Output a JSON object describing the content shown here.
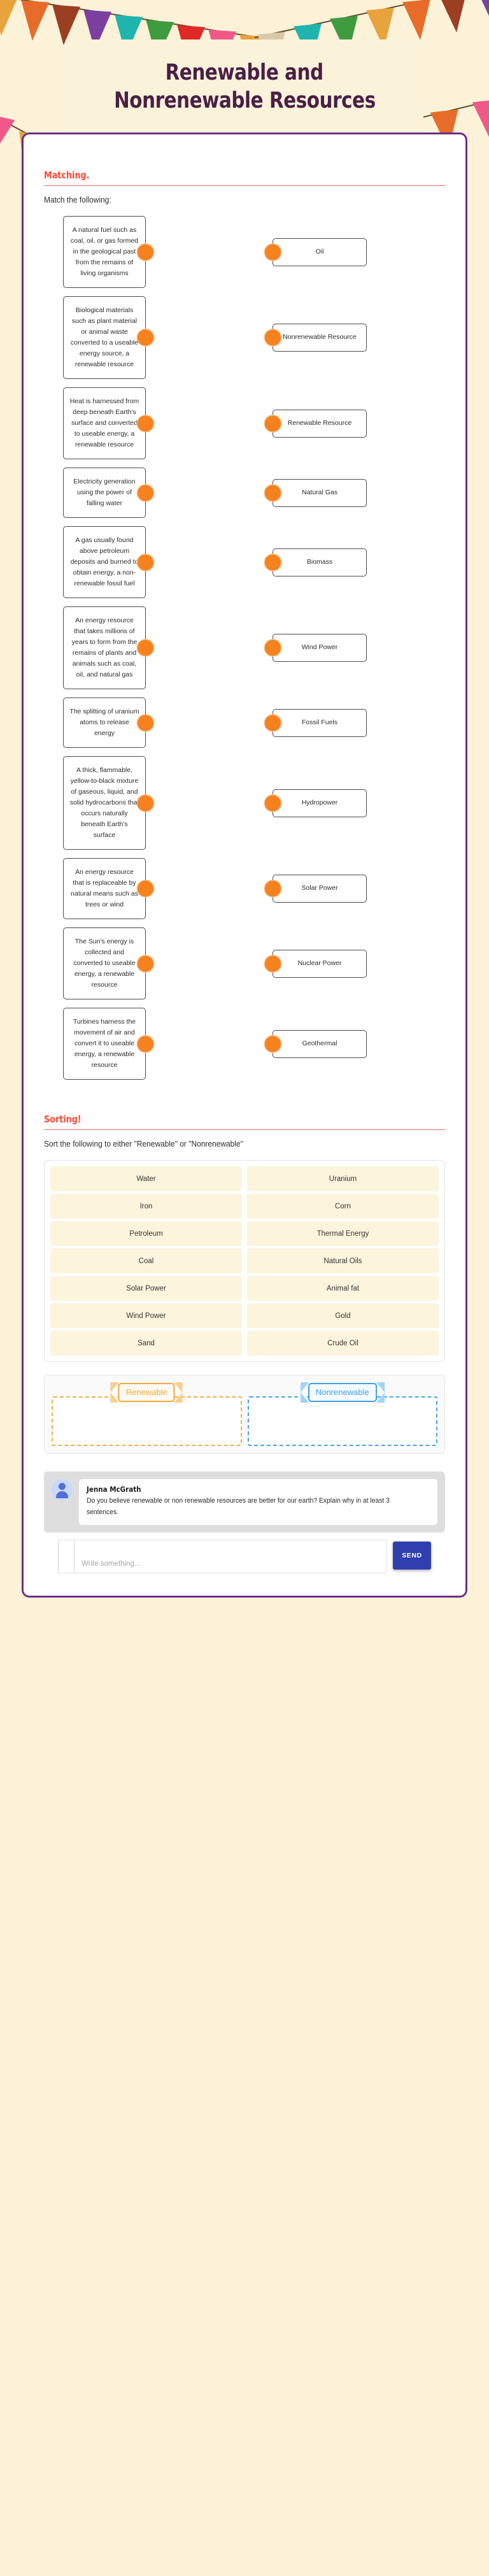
{
  "banner": {
    "title_line1": "Renewable and",
    "title_line2": "Nonrenewable Resources",
    "flag_colors": [
      "#e8a33d",
      "#e76c2a",
      "#9b3f23",
      "#7b3fa0",
      "#1fb5ae",
      "#3f9b3f",
      "#e02828",
      "#f0588a",
      "#e8a33d",
      "#e76c2a",
      "#f0588a",
      "#d9c9a8",
      "#1fb5ae",
      "#3f9b3f"
    ],
    "plate_color": "#faf3da",
    "title_color": "#4a1f45"
  },
  "sheet": {
    "border_color": "#6d2f84"
  },
  "matching": {
    "heading": "Matching.",
    "prompt": "Match the following:",
    "accent_color": "#fc4a33",
    "dot_color": "#f5821f",
    "definitions": [
      "A natural fuel such as coal, oil, or gas formed in the geological past from the remains of living organisms",
      "Biological materials such as plant material or animal waste converted to a useable energy source, a renewable resource",
      "Heat is harnessed from deep beneath Earth's surface and converted to useable energy, a renewable resource",
      "Electricity generation using the power of falling water",
      "A gas usually found above petroleum deposits and burned to obtain energy, a non-renewable fossil fuel",
      "An energy resource that takes millions of years to form from the remains of plants and animals such as coal, oil, and natural gas",
      "The splitting of uranium atoms to release energy",
      "A thick, flammable, yellow-to-black mixture of gaseous, liquid, and solid hydrocarbons that occurs naturally beneath Earth's surface",
      "An energy resource that is replaceable by natural means such as trees or wind",
      "The Sun's energy is collected and converted to useable energy, a renewable resource",
      "Turbines harness the movement of air and convert it to useable energy, a renewable resource"
    ],
    "answers": [
      "Oil",
      "Nonrenewable Resource",
      "Renewable Resource",
      "Natural Gas",
      "Biomass",
      "Wind Power",
      "Fossil Fuels",
      "Hydropower",
      "Solar Power",
      "Nuclear Power",
      "Geothermal"
    ]
  },
  "sorting": {
    "heading": "Sorting!",
    "prompt": "Sort the following to either \"Renewable\" or \"Nonrenewable\"",
    "tiles": [
      "Water",
      "Uranium",
      "Iron",
      "Corn",
      "Petroleum",
      "Thermal Energy",
      "Coal",
      "Natural Oils",
      "Solar Power",
      "Animal fat",
      "Wind Power",
      "Gold",
      "Sand",
      "Crude Oil"
    ],
    "dropzones": [
      {
        "label": "Renewable",
        "color": "#f0a938"
      },
      {
        "label": "Nonrenewable",
        "color": "#3fa0e8"
      }
    ]
  },
  "discussion": {
    "author": "Jenna McGrath",
    "message": "Do you believe renewable or non renewable resources are better for our earth?  Explain why in at least 3 sentences.",
    "reply_placeholder": "Write something...",
    "send_label": "SEND",
    "send_color": "#2f3fae"
  }
}
